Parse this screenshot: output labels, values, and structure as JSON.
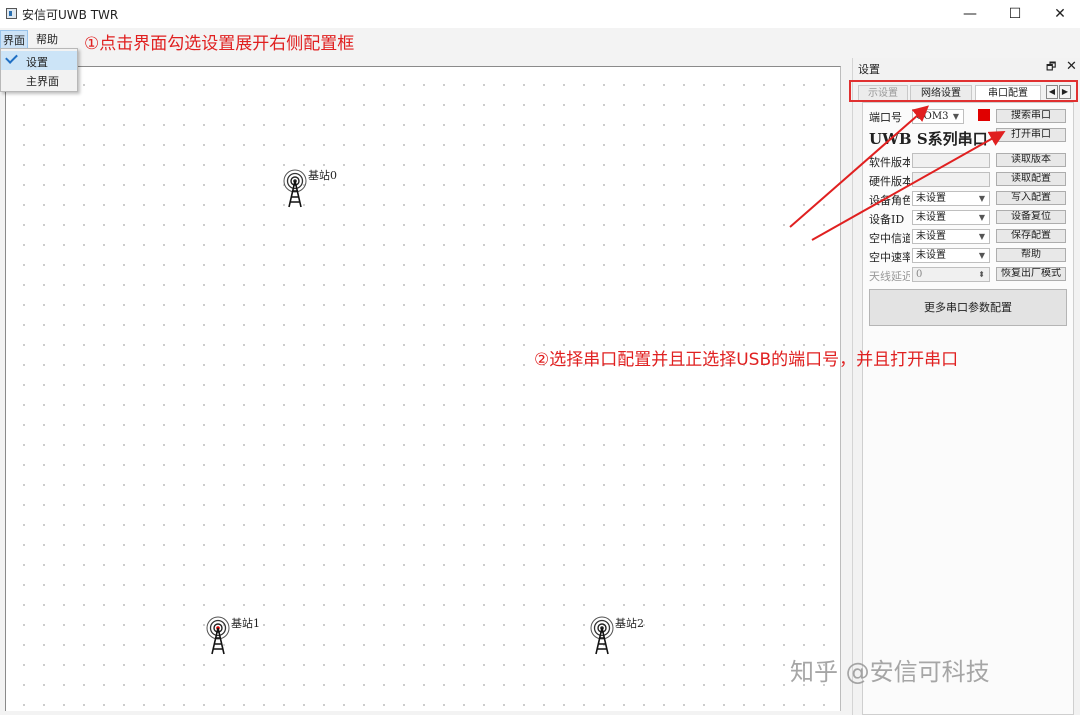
{
  "window": {
    "title": "安信可UWB TWR",
    "minimize_glyph": "—",
    "maximize_glyph": "☐",
    "close_glyph": "✕"
  },
  "menubar": {
    "items": [
      {
        "label": "界面"
      },
      {
        "label": "帮助"
      }
    ],
    "dropdown": [
      {
        "label": "设置",
        "checked": true
      },
      {
        "label": "主界面",
        "checked": false
      }
    ]
  },
  "annotations": {
    "step1": "①点击界面勾选设置展开右侧配置框",
    "step2": "②选择串口配置并且正选择USB的端口号，并且打开串口",
    "color": "#e02020"
  },
  "canvas": {
    "stations": [
      {
        "label": "基站0"
      },
      {
        "label": "基站1"
      },
      {
        "label": "基站2"
      }
    ]
  },
  "dock": {
    "title": "设置",
    "float_glyph": "🗗",
    "close_glyph": "✕",
    "tabs": [
      {
        "label": "示设置",
        "active": false
      },
      {
        "label": "网络设置",
        "active": false
      },
      {
        "label": "串口配置",
        "active": true
      }
    ],
    "tab_scroll": {
      "left": "◀",
      "right": "▶"
    },
    "serial": {
      "port_label": "端口号",
      "port_value": "COM3",
      "status_color": "#e00000",
      "series_label": "UWB S系列串口",
      "search_button": "搜索串口",
      "open_button": "打开串口",
      "fields": [
        {
          "label": "软件版本",
          "value": "",
          "button": "读取版本",
          "type": "text"
        },
        {
          "label": "硬件版本",
          "value": "",
          "button": "读取配置",
          "type": "text"
        },
        {
          "label": "设备角色",
          "value": "未设置",
          "button": "写入配置",
          "type": "combo"
        },
        {
          "label": "设备ID",
          "value": "未设置",
          "button": "设备复位",
          "type": "combo"
        },
        {
          "label": "空中信道",
          "value": "未设置",
          "button": "保存配置",
          "type": "combo"
        },
        {
          "label": "空中速率",
          "value": "未设置",
          "button": "帮助",
          "type": "combo"
        },
        {
          "label": "天线延迟",
          "value": "0",
          "button": "恢复出厂模式",
          "type": "spin"
        }
      ],
      "more_button": "更多串口参数配置"
    }
  },
  "watermark": "知乎 @安信可科技"
}
